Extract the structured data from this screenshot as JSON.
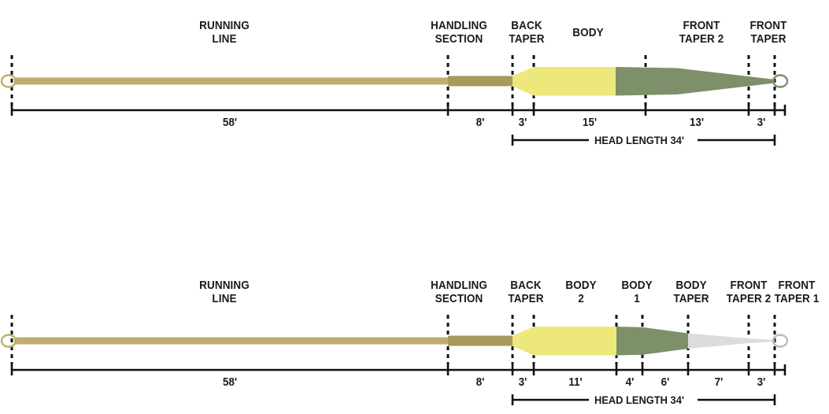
{
  "palette": {
    "running_line": "#bfae6e",
    "handling_section": "#a8995c",
    "body_yellow": "#ece87c",
    "body_green": "#7d9069",
    "front_gray": "#dcdcdc",
    "loop_tan": "#bfae6e",
    "loop_green": "#7d9069",
    "loop_gray": "#bdbdbd",
    "axis": "#111111",
    "tick_dashed": "#111111",
    "text": "#1a1a1a",
    "background": "#ffffff"
  },
  "diagrams": [
    {
      "id": "fly-line-profile-top",
      "segments": [
        {
          "name": "running-line",
          "label": "RUNNING\nLINE",
          "length": "58'",
          "color": "#bfae6e"
        },
        {
          "name": "handling-section",
          "label": "HANDLING\nSECTION",
          "length": "8'",
          "color": "#a8995c"
        },
        {
          "name": "back-taper",
          "label": "BACK\nTAPER",
          "length": "3'",
          "color": "#ece87c"
        },
        {
          "name": "body",
          "label": "BODY",
          "length": "15'",
          "color": "#ece87c"
        },
        {
          "name": "front-taper-2",
          "label": "FRONT\nTAPER 2",
          "length": "13'",
          "color": "#7d9069"
        },
        {
          "name": "front-taper",
          "label": "FRONT\nTAPER",
          "length": "3'",
          "color": "#7d9069"
        }
      ],
      "head_length": "HEAD LENGTH 34'"
    },
    {
      "id": "fly-line-profile-bottom",
      "segments": [
        {
          "name": "running-line",
          "label": "RUNNING\nLINE",
          "length": "58'",
          "color": "#bfae6e"
        },
        {
          "name": "handling-section",
          "label": "HANDLING\nSECTION",
          "length": "8'",
          "color": "#a8995c"
        },
        {
          "name": "back-taper",
          "label": "BACK\nTAPER",
          "length": "3'",
          "color": "#ece87c"
        },
        {
          "name": "body-2",
          "label": "BODY\n2",
          "length": "11'",
          "color": "#ece87c"
        },
        {
          "name": "body-1",
          "label": "BODY\n1",
          "length": "4'",
          "color": "#7d9069"
        },
        {
          "name": "body-taper",
          "label": "BODY\nTAPER",
          "length": "6'",
          "color": "#7d9069"
        },
        {
          "name": "front-taper-2",
          "label": "FRONT\nTAPER 2",
          "length": "7'",
          "color": "#dcdcdc"
        },
        {
          "name": "front-taper-1",
          "label": "FRONT\nTAPER 1",
          "length": "3'",
          "color": "#dcdcdc"
        }
      ],
      "head_length": "HEAD LENGTH 34'"
    }
  ],
  "top": {
    "labels": {
      "running_line": "RUNNING\nLINE",
      "handling_section": "HANDLING\nSECTION",
      "back_taper": "BACK\nTAPER",
      "body": "BODY",
      "front_taper_2": "FRONT\nTAPER 2",
      "front_taper": "FRONT\nTAPER"
    },
    "dims": {
      "running_line": "58'",
      "handling_section": "8'",
      "back_taper": "3'",
      "body": "15'",
      "front_taper_2": "13'",
      "front_taper": "3'"
    },
    "head_length": "HEAD LENGTH 34'"
  },
  "bottom": {
    "labels": {
      "running_line": "RUNNING\nLINE",
      "handling_section": "HANDLING\nSECTION",
      "back_taper": "BACK\nTAPER",
      "body_2": "BODY\n2",
      "body_1": "BODY\n1",
      "body_taper": "BODY\nTAPER",
      "front_taper_2": "FRONT\nTAPER 2",
      "front_taper_1": "FRONT\nTAPER 1"
    },
    "dims": {
      "running_line": "58'",
      "handling_section": "8'",
      "back_taper": "3'",
      "body_2": "11'",
      "body_1": "4'",
      "body_taper": "6'",
      "front_taper_2": "7'",
      "front_taper_1": "3'"
    },
    "head_length": "HEAD LENGTH 34'"
  }
}
